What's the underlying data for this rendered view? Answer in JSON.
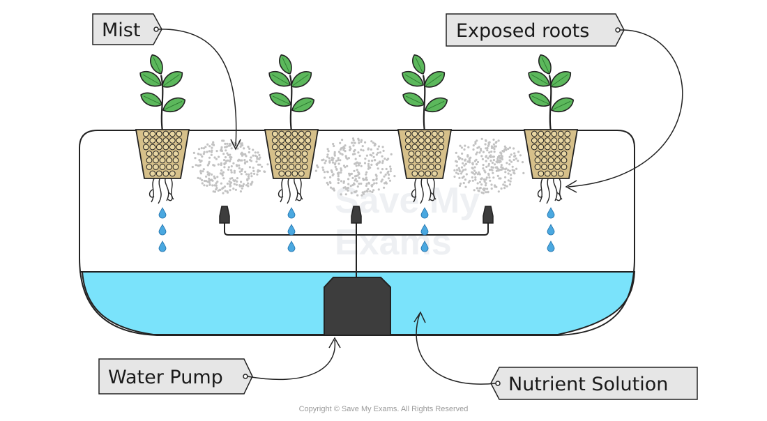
{
  "labels": {
    "mist": "Mist",
    "exposed_roots": "Exposed roots",
    "water_pump": "Water Pump",
    "nutrient_solution": "Nutrient Solution"
  },
  "watermark": {
    "line1": "Save My",
    "line2": "Exams"
  },
  "copyright": "Copyright © Save My Exams. All Rights Reserved",
  "colors": {
    "solution": "#7ae3fb",
    "leaf": "#5cb85c",
    "pot": "#d6c08a",
    "pump": "#3d3d3d",
    "label_bg": "#e6e6e6",
    "droplet": "#4aa8e0",
    "mist": "#bfbfbf"
  }
}
